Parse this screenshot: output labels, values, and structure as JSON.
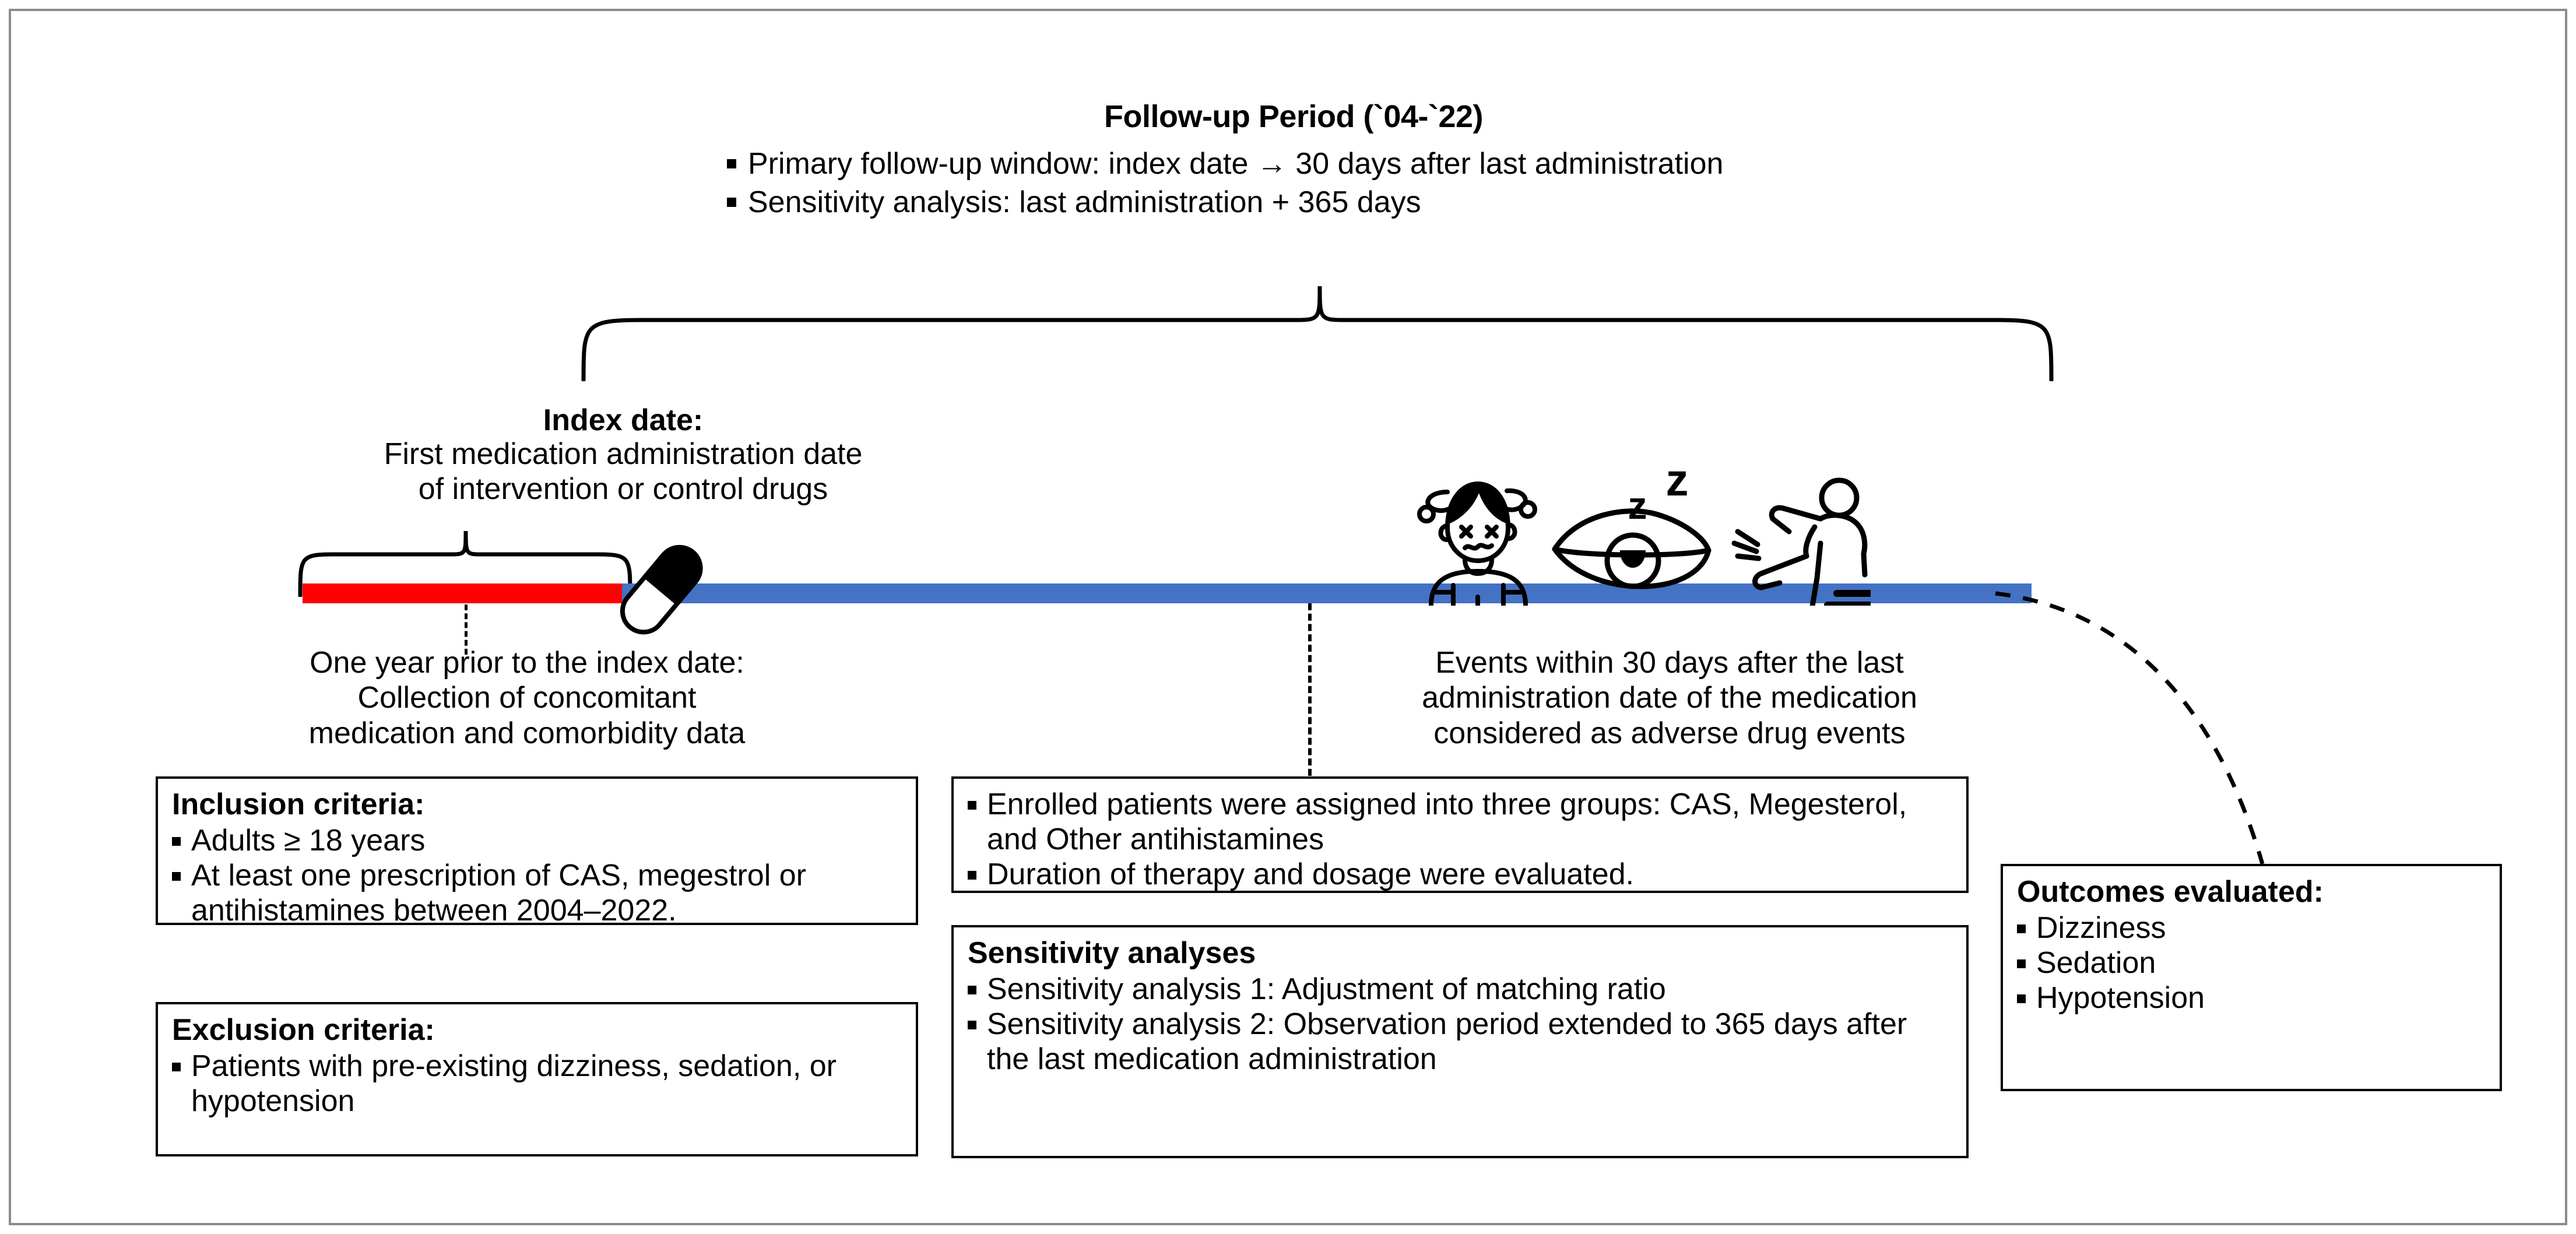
{
  "header": {
    "title": "Follow-up Period (`04-`22)",
    "bullets": [
      "Primary follow-up window: index date → 30 days after last administration",
      "Sensitivity analysis: last administration + 365 days"
    ]
  },
  "index_date": {
    "title": "Index date:",
    "subtitle": "First medication administration date\nof intervention or control drugs"
  },
  "timeline": {
    "baseline_caption": "One year prior to the index date:\nCollection of concomitant\nmedication and comorbidity data",
    "events_caption": "Events within 30 days after the last\nadministration date of the medication\nconsidered as adverse drug events",
    "baseline_color": "#FF0000",
    "followup_color": "#4472C4",
    "pill_icon": "capsule-pill-icon",
    "event_icons": [
      "dizzy-person-icon",
      "drowsy-eye-icon",
      "falling-person-icon"
    ],
    "drowsy_z_letters": [
      "z",
      "z"
    ]
  },
  "boxes": {
    "inclusion": {
      "title": "Inclusion criteria:",
      "items": [
        "Adults ≥  18 years",
        "At least one prescription of CAS, megestrol or antihistamines between 2004–2022."
      ]
    },
    "exclusion": {
      "title": "Exclusion criteria:",
      "items": [
        "Patients with pre-existing dizziness, sedation, or hypotension"
      ]
    },
    "groups": {
      "items": [
        "Enrolled patients were assigned into three groups: CAS, Megesterol, and Other antihistamines",
        "Duration of therapy and dosage were evaluated."
      ]
    },
    "sensitivity": {
      "title": "Sensitivity analyses",
      "items": [
        "Sensitivity analysis 1: Adjustment of matching ratio",
        "Sensitivity analysis 2: Observation period extended to 365 days after the last medication administration"
      ]
    },
    "outcomes": {
      "title": "Outcomes evaluated:",
      "items": [
        "Dizziness",
        "Sedation",
        "Hypotension"
      ]
    }
  },
  "colors": {
    "frame_border": "#8c8c8c",
    "box_border": "#000000",
    "baseline_bar": "#FF0000",
    "followup_bar": "#4472C4",
    "text": "#000000"
  }
}
